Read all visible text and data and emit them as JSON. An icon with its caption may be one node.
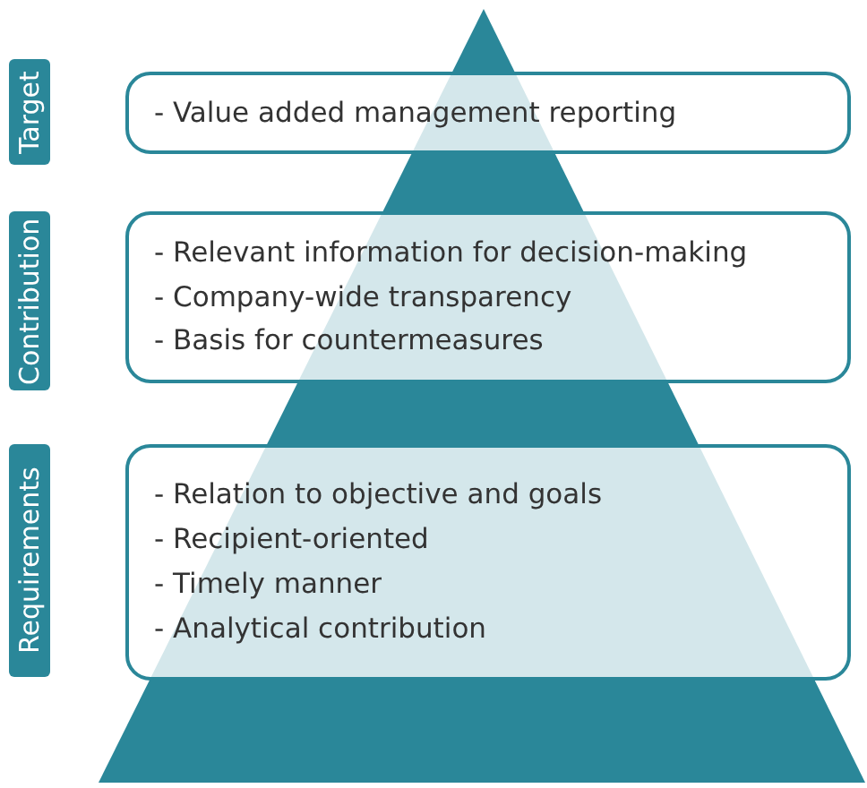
{
  "diagram": {
    "nodes": [
      {
        "text": [
          "Target"
        ]
      },
      {
        "text": [
          "- Value added management reporting"
        ]
      },
      {
        "text": [
          "Contribution"
        ]
      },
      {
        "text": [
          "- Relevant information for decision-making",
          "- Company-wide transparency",
          "- Basis for countermeasures"
        ]
      },
      {
        "text": [
          "Requirements"
        ]
      },
      {
        "text": [
          "- Relation to objective and goals",
          "- Recipient-oriented",
          "- Timely manner",
          "- Analytical contribution"
        ]
      }
    ]
  }
}
